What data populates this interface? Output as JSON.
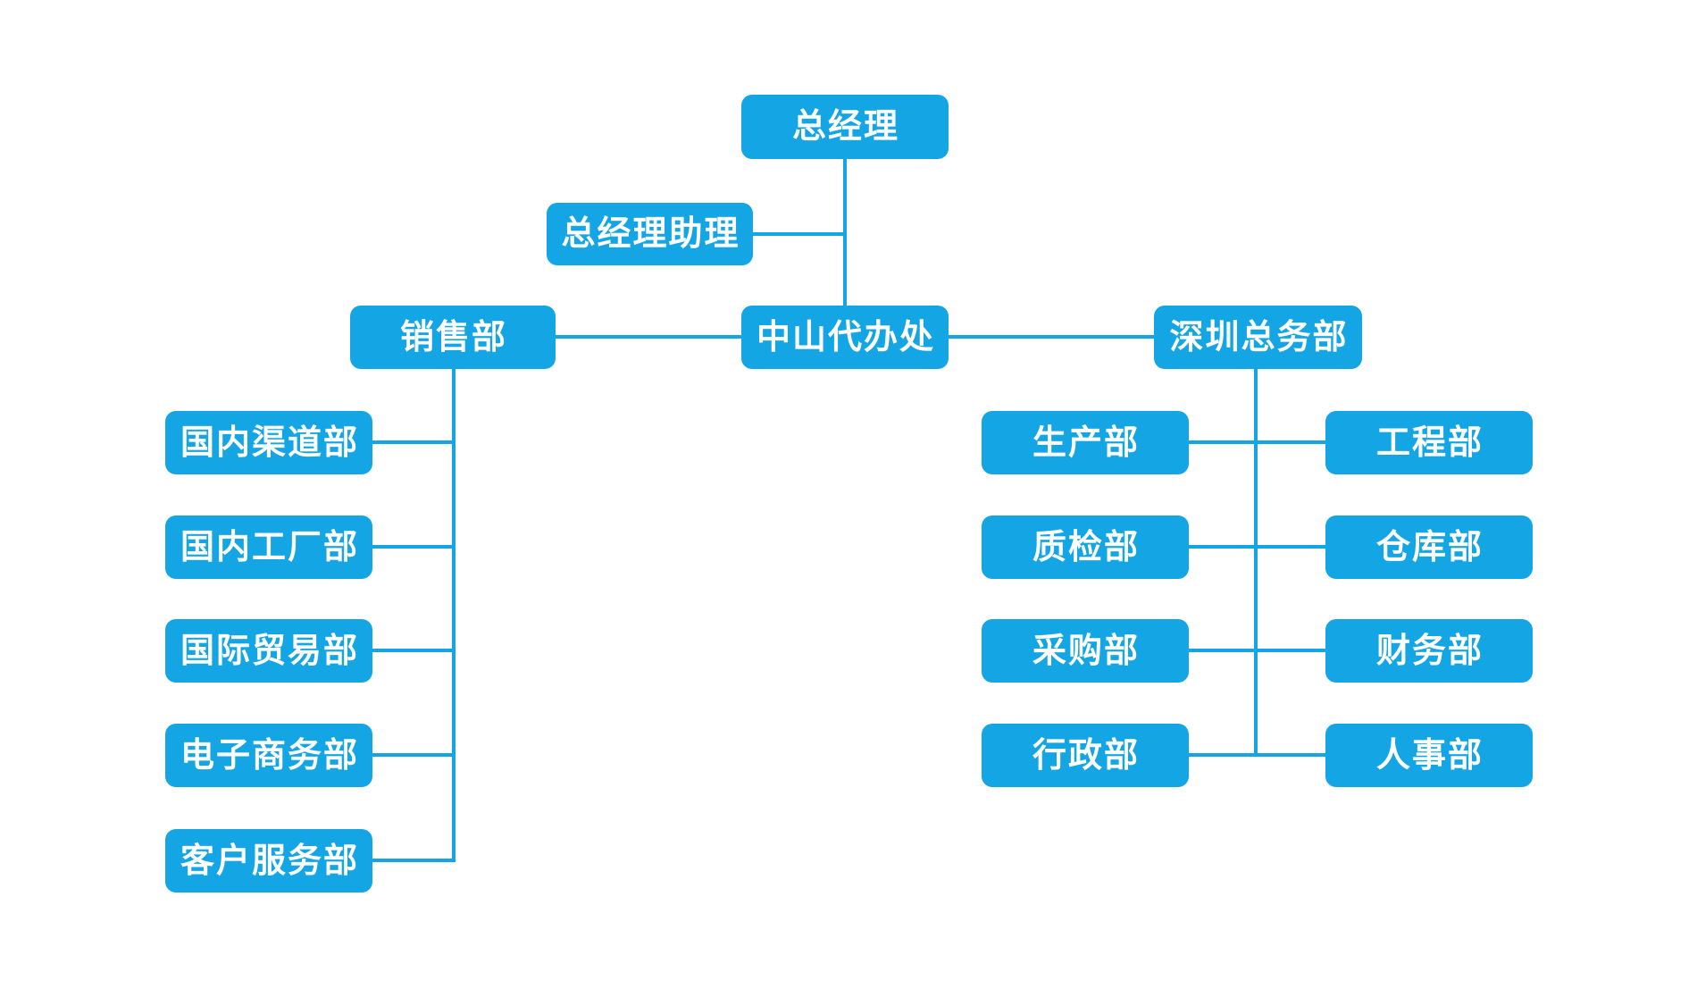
{
  "colors": {
    "node_fill": "#14A5E4",
    "node_text": "#FFFFFF",
    "connector": "#14A5E4",
    "background": "#FFFFFF"
  },
  "diagram": {
    "type": "org-chart",
    "nodes": {
      "general_manager": {
        "label": "总经理"
      },
      "gm_assistant": {
        "label": "总经理助理"
      },
      "zhongshan_office": {
        "label": "中山代办处"
      },
      "sales_dept": {
        "label": "销售部"
      },
      "shenzhen_general_affairs": {
        "label": "深圳总务部"
      },
      "domestic_channel": {
        "label": "国内渠道部"
      },
      "domestic_factory": {
        "label": "国内工厂部"
      },
      "international_trade": {
        "label": "国际贸易部"
      },
      "ecommerce": {
        "label": "电子商务部"
      },
      "customer_service": {
        "label": "客户服务部"
      },
      "production": {
        "label": "生产部"
      },
      "engineering": {
        "label": "工程部"
      },
      "quality_inspection": {
        "label": "质检部"
      },
      "warehouse": {
        "label": "仓库部"
      },
      "purchasing": {
        "label": "采购部"
      },
      "finance": {
        "label": "财务部"
      },
      "administration": {
        "label": "行政部"
      },
      "hr": {
        "label": "人事部"
      }
    },
    "edges": [
      {
        "from": "总经理",
        "to": "中山代办处"
      },
      {
        "from": "中山代办处",
        "to": "总经理助理"
      },
      {
        "from": "中山代办处",
        "to": "销售部"
      },
      {
        "from": "中山代办处",
        "to": "深圳总务部"
      },
      {
        "from": "销售部",
        "to": "国内渠道部"
      },
      {
        "from": "销售部",
        "to": "国内工厂部"
      },
      {
        "from": "销售部",
        "to": "国际贸易部"
      },
      {
        "from": "销售部",
        "to": "电子商务部"
      },
      {
        "from": "销售部",
        "to": "客户服务部"
      },
      {
        "from": "深圳总务部",
        "to": "生产部"
      },
      {
        "from": "深圳总务部",
        "to": "工程部"
      },
      {
        "from": "深圳总务部",
        "to": "质检部"
      },
      {
        "from": "深圳总务部",
        "to": "仓库部"
      },
      {
        "from": "深圳总务部",
        "to": "采购部"
      },
      {
        "from": "深圳总务部",
        "to": "财务部"
      },
      {
        "from": "深圳总务部",
        "to": "行政部"
      },
      {
        "from": "深圳总务部",
        "to": "人事部"
      }
    ]
  }
}
